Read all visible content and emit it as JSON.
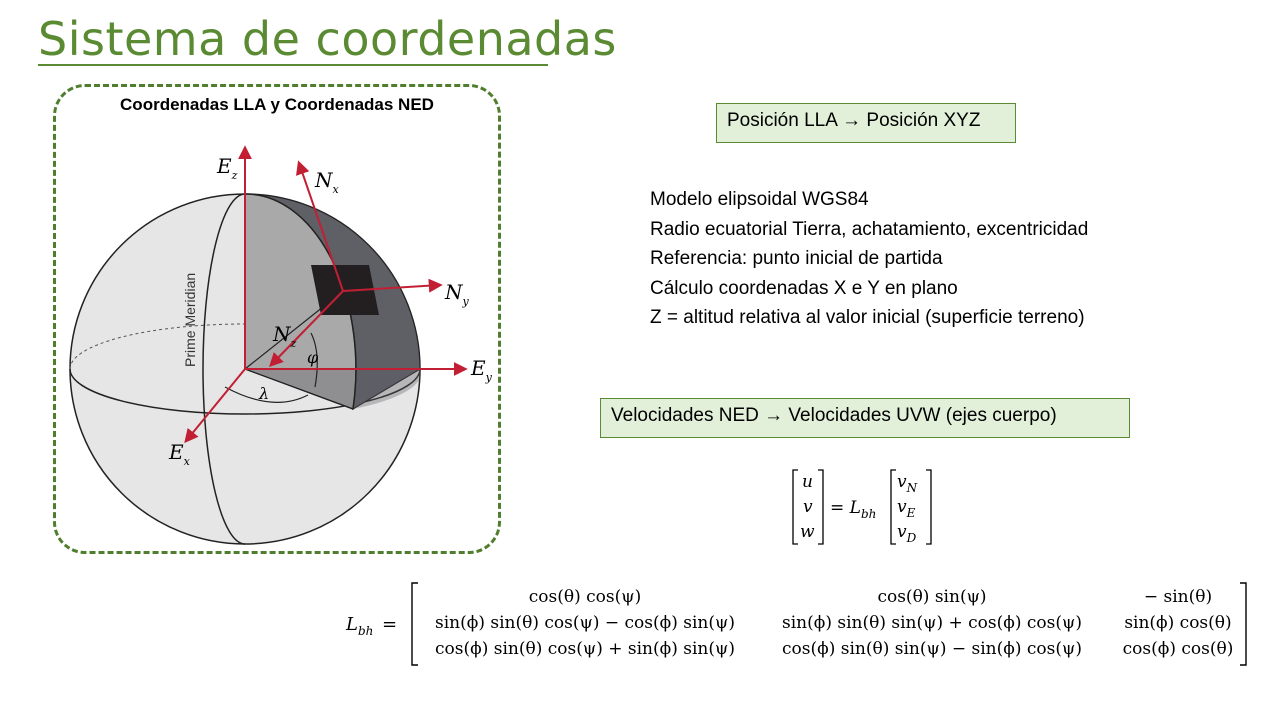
{
  "slide": {
    "title": "Sistema de coordenadas",
    "panel_caption": "Coordenadas LLA y Coordenadas NED",
    "box_position": "Posición LLA → Posición XYZ",
    "bullets": [
      "Modelo elipsoidal WGS84",
      "Radio ecuatorial Tierra, achatamiento, excentricidad",
      "Referencia: punto inicial de partida",
      "Cálculo coordenadas X e Y en plano",
      "Z = altitud relativa al valor inicial (superficie terreno)"
    ],
    "box_velocity": "Velocidades NED → Velocidades UVW (ejes cuerpo)"
  },
  "diagram": {
    "label_Ez": "E",
    "label_Ez_sub": "z",
    "label_Ey": "E",
    "label_Ey_sub": "y",
    "label_Ex": "E",
    "label_Ex_sub": "x",
    "label_Nx": "N",
    "label_Nx_sub": "x",
    "label_Ny": "N",
    "label_Ny_sub": "y",
    "label_Nz": "N",
    "label_Nz_sub": "z",
    "label_phi": "φ",
    "label_lambda": "λ",
    "label_meridian": "Prime Meridian",
    "colors": {
      "arrow": "#c21f35",
      "sphere_fill": "#e6e6e6",
      "sector_light": "#a9a9a9",
      "sector_dark": "#5f5f66",
      "plate": "#231f20"
    }
  },
  "equations": {
    "velocity_lhs": [
      "u",
      "v",
      "w"
    ],
    "velocity_mid": "= L",
    "velocity_mid_sub": "bh",
    "velocity_rhs": [
      {
        "base": "v",
        "sub": "N"
      },
      {
        "base": "v",
        "sub": "E"
      },
      {
        "base": "v",
        "sub": "D"
      }
    ],
    "matrix_lhs": "L",
    "matrix_lhs_sub": "bh",
    "matrix_eq": "=",
    "matrix_rows": [
      [
        "cos(θ) cos(ψ)",
        "cos(θ) sin(ψ)",
        "− sin(θ)"
      ],
      [
        "sin(ϕ) sin(θ) cos(ψ) − cos(ϕ) sin(ψ)",
        "sin(ϕ) sin(θ) sin(ψ) + cos(ϕ) cos(ψ)",
        "sin(ϕ) cos(θ)"
      ],
      [
        "cos(ϕ) sin(θ) cos(ψ) + sin(ϕ) sin(ψ)",
        "cos(ϕ) sin(θ) sin(ψ) − sin(ϕ) cos(ψ)",
        "cos(ϕ) cos(θ)"
      ]
    ]
  }
}
